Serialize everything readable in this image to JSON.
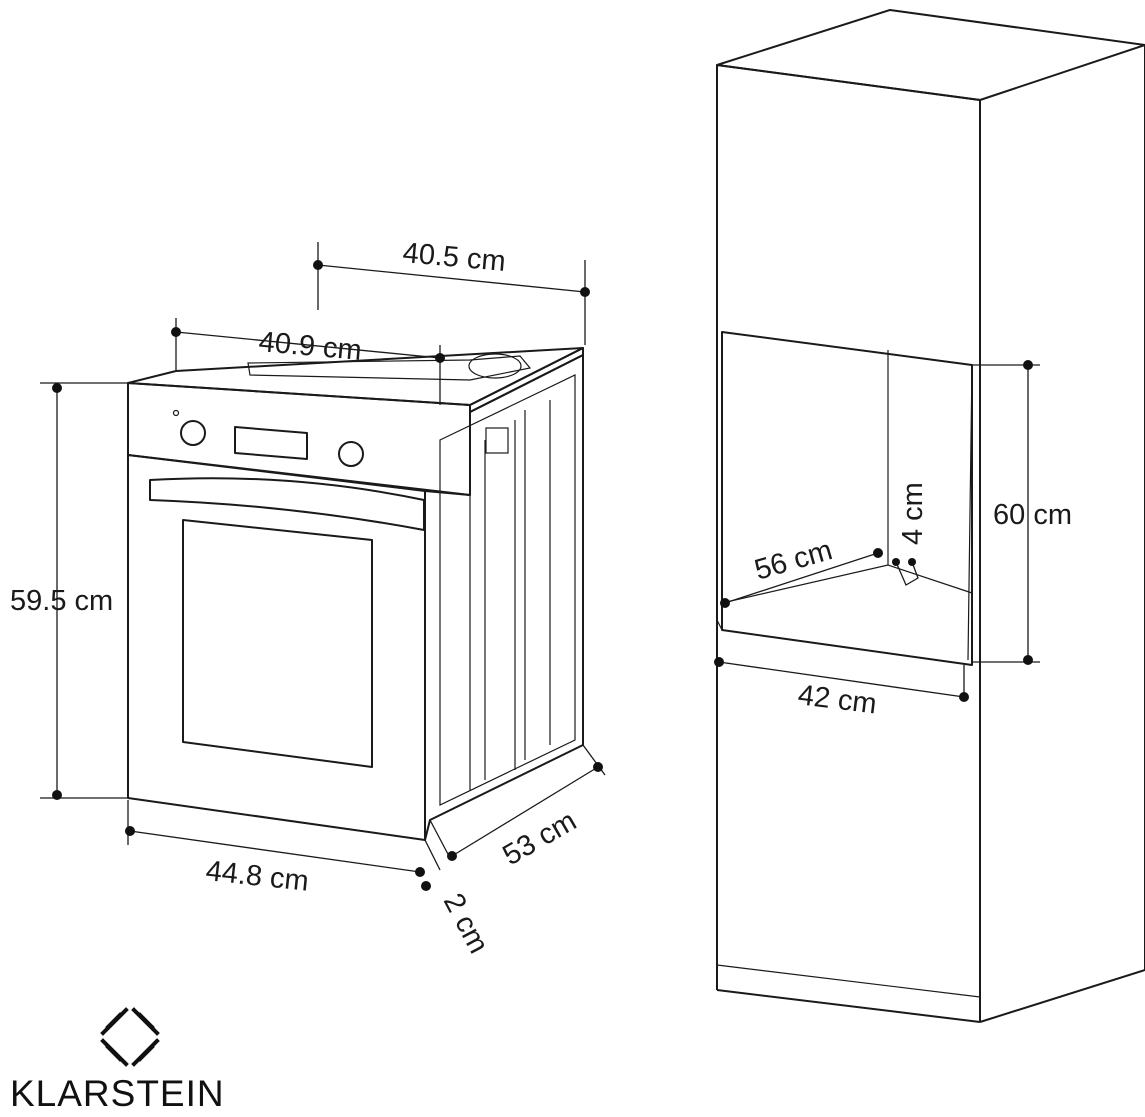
{
  "dimensions": {
    "oven_top_depth": "40.5 cm",
    "oven_top_width": "40.9 cm",
    "oven_height": "59.5 cm",
    "oven_width": "44.8 cm",
    "oven_depth": "53 cm",
    "front_panel_thickness": "2 cm",
    "niche_height": "60 cm",
    "niche_depth": "56 cm",
    "niche_width": "42 cm",
    "vent_gap": "4 cm"
  },
  "brand": {
    "name": "KLARSTEIN",
    "logo": "klarstein-logo-icon"
  }
}
